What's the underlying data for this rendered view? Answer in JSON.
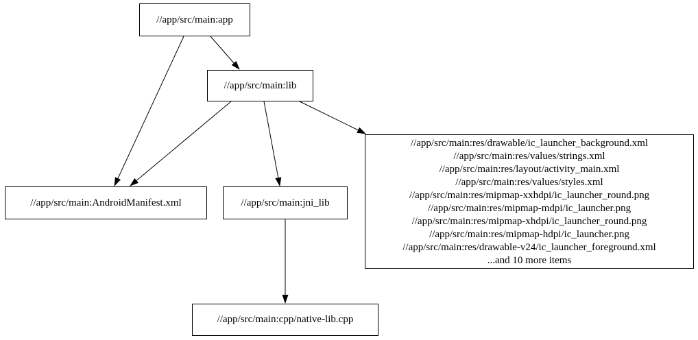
{
  "diagram": {
    "kind": "dependency-graph",
    "colors": {
      "background": "#ffffff",
      "node_fill": "#ffffff",
      "node_border": "#000000",
      "edge": "#000000",
      "text": "#000000"
    },
    "nodes": {
      "app": {
        "label": "//app/src/main:app"
      },
      "lib": {
        "label": "//app/src/main:lib"
      },
      "manifest": {
        "label": "//app/src/main:AndroidManifest.xml"
      },
      "jni_lib": {
        "label": "//app/src/main:jni_lib"
      },
      "native_lib": {
        "label": "//app/src/main:cpp/native-lib.cpp"
      },
      "res_group": {
        "lines": [
          "//app/src/main:res/drawable/ic_launcher_background.xml",
          "//app/src/main:res/values/strings.xml",
          "//app/src/main:res/layout/activity_main.xml",
          "//app/src/main:res/values/styles.xml",
          "//app/src/main:res/mipmap-xxhdpi/ic_launcher_round.png",
          "//app/src/main:res/mipmap-mdpi/ic_launcher.png",
          "//app/src/main:res/mipmap-xhdpi/ic_launcher_round.png",
          "//app/src/main:res/mipmap-hdpi/ic_launcher.png",
          "//app/src/main:res/drawable-v24/ic_launcher_foreground.xml",
          "...and 10 more items"
        ]
      }
    },
    "edges": [
      {
        "from": "app",
        "to": "lib"
      },
      {
        "from": "app",
        "to": "manifest"
      },
      {
        "from": "lib",
        "to": "manifest"
      },
      {
        "from": "lib",
        "to": "jni_lib"
      },
      {
        "from": "lib",
        "to": "res_group"
      },
      {
        "from": "jni_lib",
        "to": "native_lib"
      }
    ]
  }
}
